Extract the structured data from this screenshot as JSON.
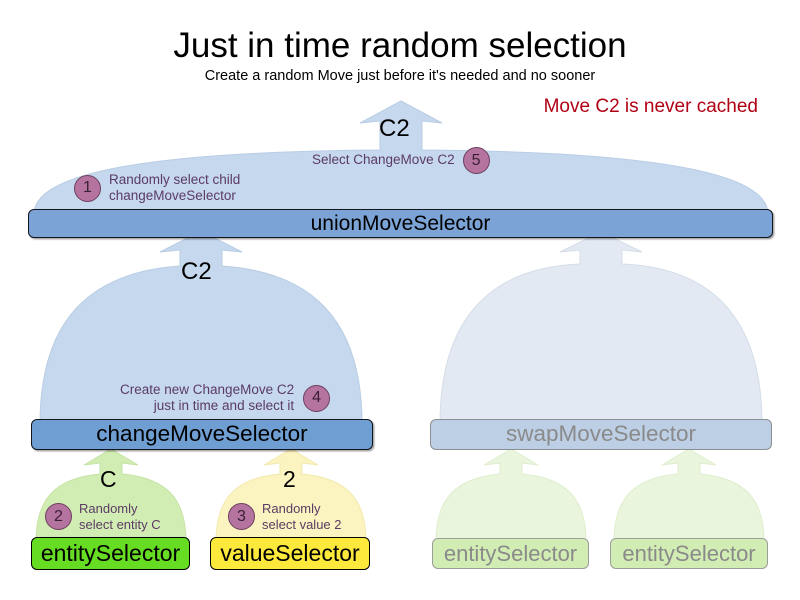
{
  "header": {
    "title": "Just in time random selection",
    "subtitle": "Create a random Move just before it's needed and no sooner",
    "note": "Move C2 is never cached",
    "note_color": "#b00014"
  },
  "colors": {
    "bell_active": "#c5d8ed",
    "bell_ghost": "#e2e9f2",
    "bell_green": "#d2edb4",
    "bell_green_ghost": "#e9f5dc",
    "bell_yellow": "#fbf3c0",
    "bar_blue": "#7ba3d6",
    "bar_blue_ghost": "#bdcfe5",
    "green": "#66dd22",
    "yellow": "#fce93c",
    "badge": "#b5749f",
    "step_text": "#5b3b63",
    "ghost_text": "#8a8a8a"
  },
  "nodes": {
    "union_move_selector": {
      "label": "unionMoveSelector",
      "flow_label": "C2"
    },
    "change_move_selector": {
      "label": "changeMoveSelector",
      "flow_label": "C2"
    },
    "swap_move_selector": {
      "label": "swapMoveSelector",
      "flow_label": ""
    },
    "entity_selector": {
      "label": "entitySelector",
      "flow_label": "C"
    },
    "value_selector": {
      "label": "valueSelector",
      "flow_label": "2"
    },
    "swap_entity_selector_a": {
      "label": "entitySelector",
      "flow_label": ""
    },
    "swap_entity_selector_b": {
      "label": "entitySelector",
      "flow_label": ""
    }
  },
  "steps": [
    {
      "number": "1",
      "line1": "Randomly select child",
      "line2": "changeMoveSelector"
    },
    {
      "number": "2",
      "line1": "Randomly",
      "line2": "select entity C"
    },
    {
      "number": "3",
      "line1": "Randomly",
      "line2": "select value 2"
    },
    {
      "number": "4",
      "line1": "Create new ChangeMove C2",
      "line2": "just in time and select it"
    },
    {
      "number": "5",
      "line1": "Select ChangeMove C2",
      "line2": ""
    }
  ]
}
